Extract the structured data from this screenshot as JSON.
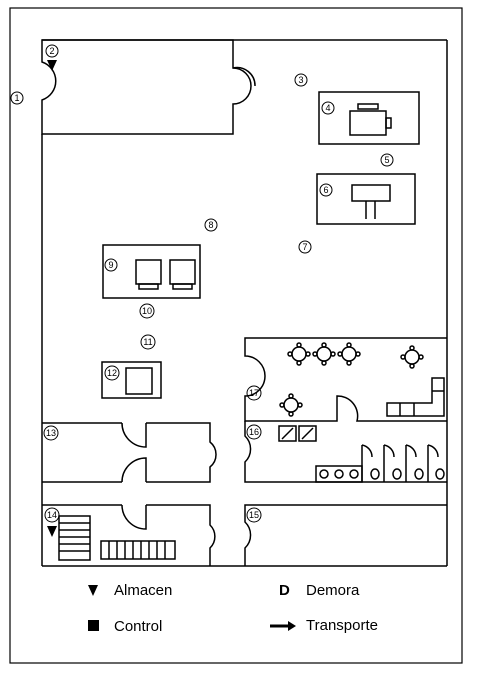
{
  "markers": [
    "1",
    "2",
    "3",
    "4",
    "5",
    "6",
    "7",
    "8",
    "9",
    "10",
    "11",
    "12",
    "13",
    "14",
    "15",
    "16",
    "17"
  ],
  "legend": {
    "almacen": "Almacen",
    "control": "Control",
    "demora_symbol": "D",
    "demora": "Demora",
    "transporte": "Transporte"
  },
  "colors": {
    "line": "#000000",
    "background": "#ffffff"
  }
}
